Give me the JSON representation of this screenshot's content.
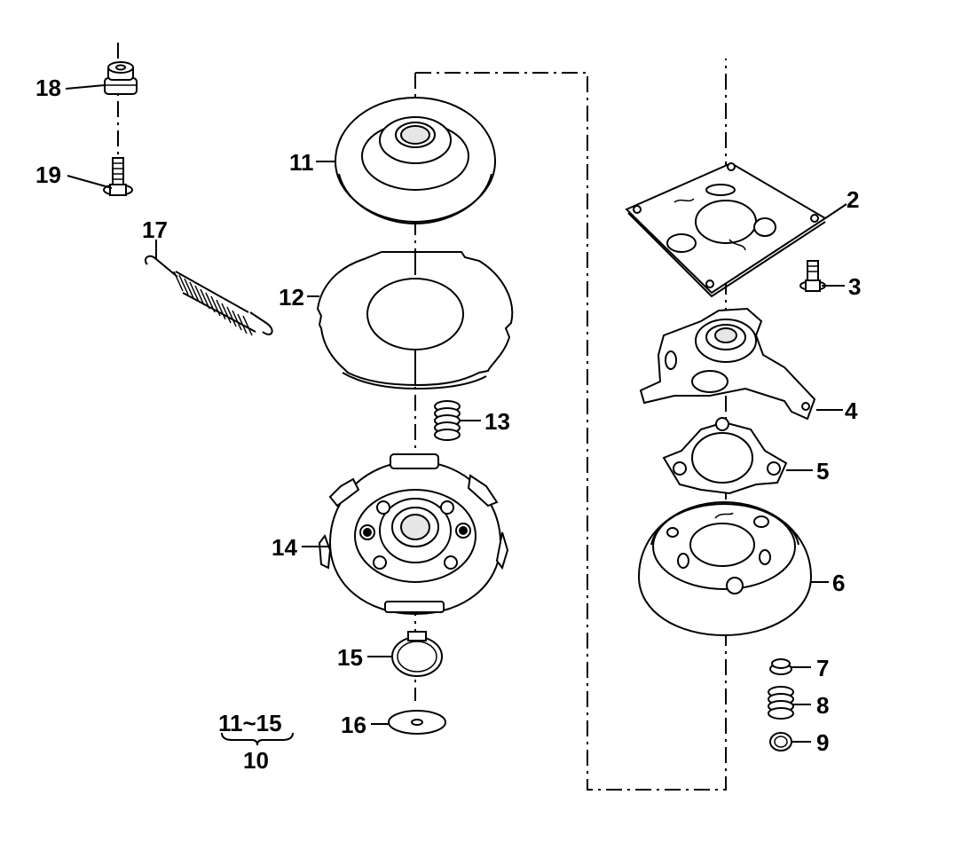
{
  "diagram": {
    "callouts": {
      "n2": "2",
      "n3": "3",
      "n4": "4",
      "n5": "5",
      "n6": "6",
      "n7": "7",
      "n8": "8",
      "n9": "9",
      "n10": "10",
      "n11": "11",
      "n12": "12",
      "n13": "13",
      "n14": "14",
      "n15": "15",
      "n16": "16",
      "n17": "17",
      "n18": "18",
      "n19": "19"
    },
    "group_range": "11~15"
  }
}
